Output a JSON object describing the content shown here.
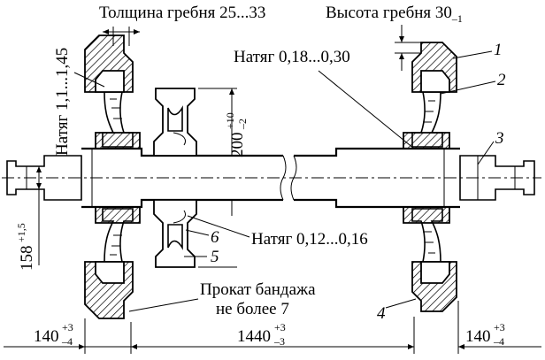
{
  "labels": {
    "flange_thickness": "Толщина гребня 25...33",
    "flange_height_text": "Высота гребня 30",
    "flange_height_sub": "–1",
    "interference_tire": "Натяг 0,18...0,30",
    "interference_left": "Натяг 1,1...1,45",
    "interference_gear": "Натяг 0,12...0,16",
    "tread_wear_line1": "Прокат бандажа",
    "tread_wear_line2": "не более 7"
  },
  "dimensions": {
    "gear_dia": {
      "base": "200",
      "upper": "+10",
      "lower": "–2"
    },
    "journal": {
      "base": "158",
      "upper": "+1,5"
    },
    "left_offset": {
      "base": "140",
      "upper": "+3",
      "lower": "–4"
    },
    "track_gauge": {
      "base": "1440",
      "upper": "+3",
      "lower": "–3"
    },
    "right_offset": {
      "base": "140",
      "upper": "+3",
      "lower": "–4"
    }
  },
  "callouts": [
    "1",
    "2",
    "3",
    "4",
    "5",
    "6"
  ]
}
